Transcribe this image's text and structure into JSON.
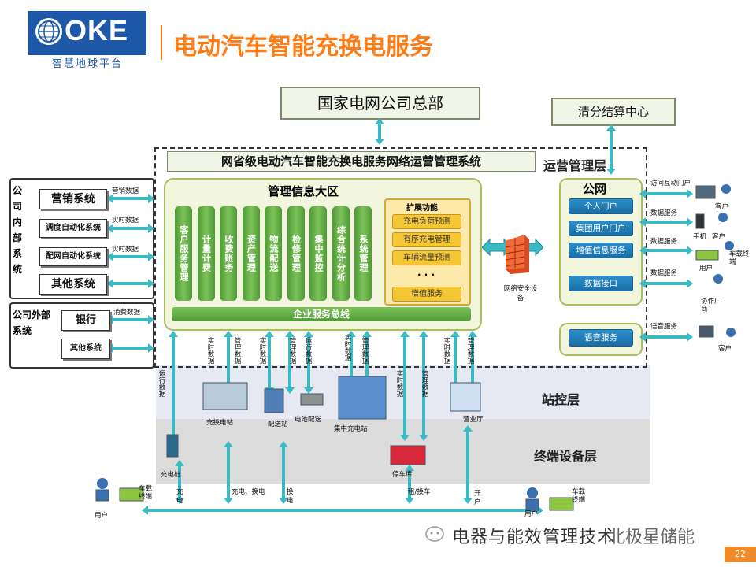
{
  "header": {
    "logo_text": "OKE",
    "logo_sub": "智慧地球平台",
    "title": "电动汽车智能充换电服务"
  },
  "top": {
    "hq": "国家电网公司总部",
    "clearing": "清分结算中心",
    "system_title": "网省级电动汽车智能充换电服务网络运营管理系统"
  },
  "layers": {
    "ops": "运营管理层",
    "station": "站控层",
    "terminal": "终端设备层"
  },
  "mgmt": {
    "title": "管理信息大区",
    "columns": [
      "客户服务管理",
      "计量计费",
      "收费账务",
      "资产管理",
      "物流配送",
      "检修管理",
      "集中监控",
      "综合统计分析",
      "系统管理"
    ],
    "bus": "企业服务总线",
    "ext_title": "扩展功能",
    "ext_items": [
      "充电负荷预测",
      "有序充电管理",
      "车辆流量预测",
      "· · ·",
      "增值服务"
    ]
  },
  "firewall_label": "网络安全设备",
  "public_net": {
    "title": "公网",
    "items": [
      "个人门户",
      "集团用户门户",
      "增值信息服务",
      "数据接口"
    ],
    "voice": "语音服务"
  },
  "right": {
    "lines": [
      "访问互动门户",
      "数据服务",
      "数据服务",
      "数据服务",
      "语音服务"
    ],
    "labels": [
      "客户",
      "手机",
      "客户",
      "车载终端",
      "用户",
      "协作厂商",
      "客户"
    ]
  },
  "internal": {
    "title": "公司内部系统",
    "systems": [
      "营销系统",
      "调度自动化系统",
      "配网自动化系统",
      "其他系统"
    ],
    "flows": [
      "营销数据",
      "实时数据",
      "实时数据"
    ]
  },
  "external": {
    "title": "公司外部系统",
    "systems": [
      "银行",
      "其他系统"
    ],
    "flows": [
      "消费数据"
    ]
  },
  "station_flows": [
    "运行数据",
    "实时数据",
    "管理数据",
    "实时数据",
    "管理数据",
    "运行数据",
    "实时数据",
    "管理数据",
    "实时数据",
    "管理数据",
    "实时数据",
    "管理数据"
  ],
  "stations": [
    "充换电站",
    "配送站",
    "电池配送",
    "集中充电站",
    "营业厅"
  ],
  "terminals": [
    "充电桩",
    "停车库"
  ],
  "bottom": {
    "actions": [
      "充电",
      "充电、换电",
      "换电",
      "租/换车",
      "开户"
    ],
    "user": "用户",
    "terminal": "车载终端"
  },
  "watermark": "电器与能效管理技术",
  "watermark2": "北极星储能",
  "page": "22"
}
